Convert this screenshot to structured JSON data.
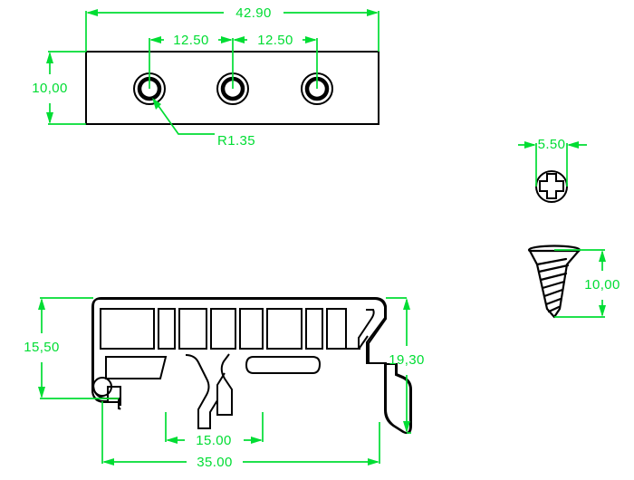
{
  "drawing": {
    "title": "DIN rail mounting bracket technical drawing",
    "units": "mm",
    "colors": {
      "dimension": "#00dd33",
      "outline": "#000000",
      "background": "#ffffff"
    }
  },
  "views": {
    "top_view": {
      "name": "top-view",
      "description": "Plan view of mounting plate with three countersunk holes",
      "dimensions": {
        "overall_length": "42.90",
        "hole_spacing_left": "12.50",
        "hole_spacing_right": "12.50",
        "height": "10,00",
        "hole_radius": "R1.35"
      },
      "hole_count": 3
    },
    "side_view": {
      "name": "side-view",
      "description": "Cross-section profile of the rail bracket",
      "dimensions": {
        "height_left": "15,50",
        "height_right": "19,30",
        "inner_width": "15.00",
        "overall_width": "35.00"
      }
    },
    "screw_head_view": {
      "name": "screw-head-view",
      "description": "Phillips cross-recess screw head, top view",
      "dimensions": {
        "head_diameter": "5.50"
      }
    },
    "screw_side_view": {
      "name": "screw-side-view",
      "description": "Self-tapping screw side elevation",
      "dimensions": {
        "length": "10,00"
      }
    }
  },
  "labels": {
    "overall_length": "42.90",
    "spacing_left": "12.50",
    "spacing_right": "12.50",
    "plate_height": "10,00",
    "hole_radius": "R1.35",
    "profile_height_left": "15,50",
    "profile_height_right": "19,30",
    "profile_inner_width": "15.00",
    "profile_overall_width": "35.00",
    "screw_head_diameter": "5.50",
    "screw_length": "10,00"
  }
}
